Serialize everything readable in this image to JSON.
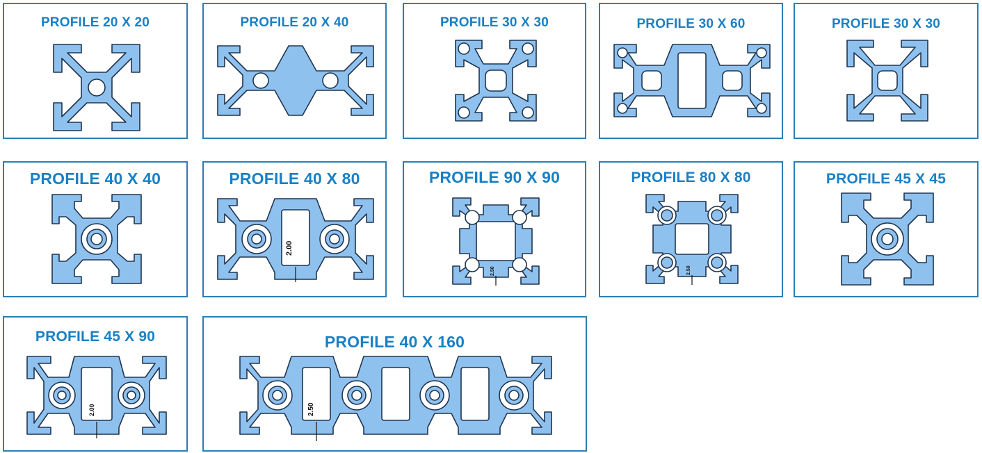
{
  "profiles": [
    {
      "title": "PROFILE 20 X 20"
    },
    {
      "title": "PROFILE 20 X 40"
    },
    {
      "title": "PROFILE 30 X 30"
    },
    {
      "title": "PROFILE 30 X 60"
    },
    {
      "title": "PROFILE 30 X 30"
    },
    {
      "title": "PROFILE 40 X 40"
    },
    {
      "title": "PROFILE 40 X 80",
      "dimension": "2.00"
    },
    {
      "title": "PROFILE 90 X 90",
      "dimension": "2.50"
    },
    {
      "title": "PROFILE 80 X 80",
      "dimension": "2.50"
    },
    {
      "title": "PROFILE 45 X 45"
    },
    {
      "title": "PROFILE 45 X 90",
      "dimension": "2.00"
    },
    {
      "title": "PROFILE 40 X 160",
      "dimension": "2.50"
    }
  ],
  "colors": {
    "border": "#2a7fb5",
    "title": "#1a80c4",
    "profile_fill": "#8fc1ee",
    "outline": "#1f3550"
  }
}
